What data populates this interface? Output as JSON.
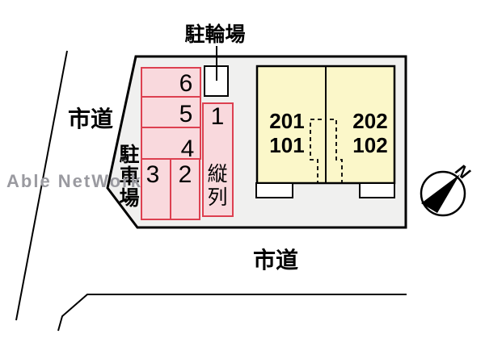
{
  "title": "property-site-plan",
  "bicycle": {
    "label": "駐輪場"
  },
  "roads": {
    "left_label": "市道",
    "bottom_label": "市道"
  },
  "parking": {
    "area_label": "駐車場",
    "area_label_chars": {
      "c0": "駐",
      "c1": "車",
      "c2": "場"
    },
    "tandem_label": "縦列",
    "tandem_chars": {
      "c0": "縦",
      "c1": "列"
    },
    "spaces": [
      {
        "label": "6"
      },
      {
        "label": "5"
      },
      {
        "label": "4"
      },
      {
        "label": "3"
      },
      {
        "label": "2"
      },
      {
        "label": "1"
      }
    ]
  },
  "building": {
    "units": [
      {
        "upper": "201",
        "lower": "101"
      },
      {
        "upper": "202",
        "lower": "102"
      }
    ]
  },
  "compass": {
    "north_label": "N"
  },
  "watermark": {
    "text": "Able NetWork"
  },
  "colors": {
    "plot_fill": "#f0f0ef",
    "space_fill": "#f9d9dd",
    "space_border": "#dd4050",
    "building_fill": "#fbf7c9",
    "line": "#000000",
    "watermark": "#9a9aa0"
  }
}
